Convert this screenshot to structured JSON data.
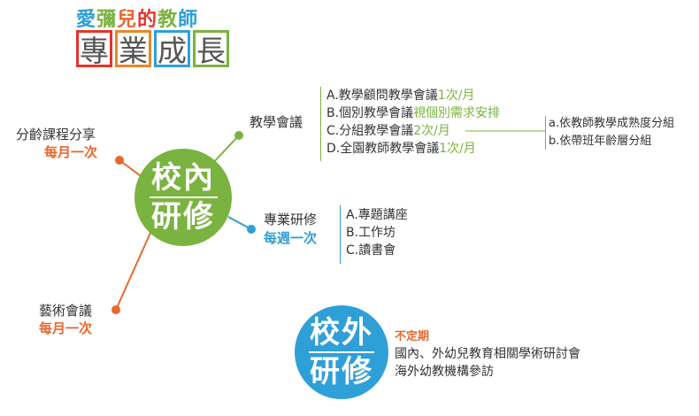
{
  "header": {
    "title_chars": [
      {
        "char": "愛",
        "color": "#2f9fd8"
      },
      {
        "char": "彌",
        "color": "#7ab33f"
      },
      {
        "char": "兒",
        "color": "#e8672c"
      },
      {
        "char": "的",
        "color": "#e3352b"
      },
      {
        "char": "教",
        "color": "#7ab33f"
      },
      {
        "char": "師",
        "color": "#2f9fd8"
      }
    ],
    "boxes": [
      {
        "char": "專",
        "color": "#e3352b"
      },
      {
        "char": "業",
        "color": "#e8862c"
      },
      {
        "char": "成",
        "color": "#2f9fd8"
      },
      {
        "char": "長",
        "color": "#7ab33f"
      }
    ]
  },
  "inner_circle": {
    "line1": "校內",
    "line2": "研修",
    "color": "#7ab33f"
  },
  "outer_circle": {
    "line1": "校外",
    "line2": "研修",
    "color": "#2f9fd8"
  },
  "branches": {
    "age_sharing": {
      "label": "分齡課程分享",
      "freq": "每月一次"
    },
    "teaching_meeting": {
      "label": "教學會議",
      "items": [
        {
          "prefix": "A.",
          "text": "教學顧問教學會議",
          "highlight": "1次/月"
        },
        {
          "prefix": "B.",
          "text": "個別教學會議",
          "highlight": "視個別需求安排"
        },
        {
          "prefix": "C.",
          "text": "分組教學會議",
          "highlight": "2次/月"
        },
        {
          "prefix": "D.",
          "text": "全園教師教學會議",
          "highlight": "1次/月"
        }
      ],
      "sub_items": [
        {
          "prefix": "a.",
          "text": "依教師教學成熟度分組"
        },
        {
          "prefix": "b.",
          "text": "依帶班年齡層分組"
        }
      ]
    },
    "professional_study": {
      "label": "專業研修",
      "freq": "每週一次",
      "items": [
        {
          "prefix": "A.",
          "text": "專題講座"
        },
        {
          "prefix": "B.",
          "text": "工作坊"
        },
        {
          "prefix": "C.",
          "text": "讀書會"
        }
      ]
    },
    "art_meeting": {
      "label": "藝術會議",
      "freq": "每月一次"
    }
  },
  "outer_info": {
    "freq": "不定期",
    "items": [
      "國內、外幼兒教育相關學術研討會",
      "海外幼教機構參訪"
    ]
  }
}
